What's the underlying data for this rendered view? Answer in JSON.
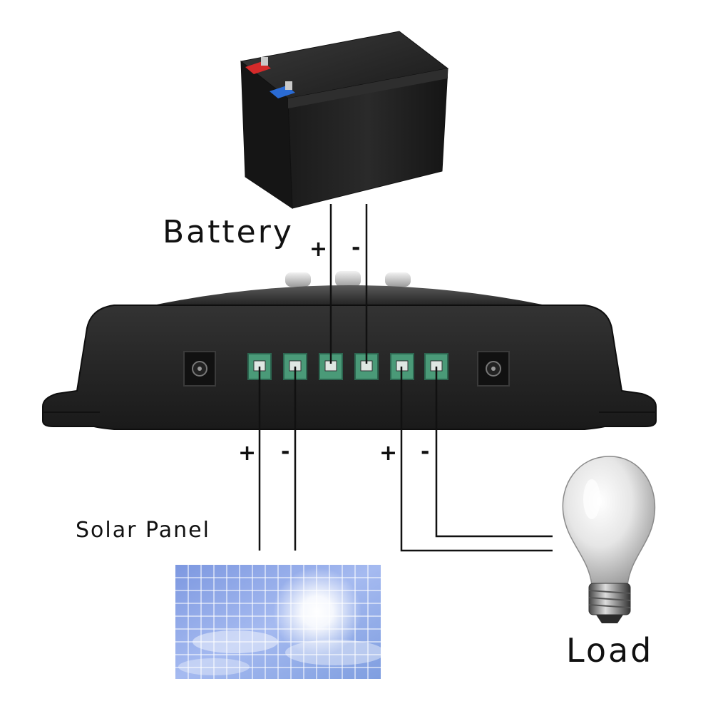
{
  "labels": {
    "battery": "Battery",
    "solar_panel": "Solar Panel",
    "load": "Load"
  },
  "polarity": {
    "battery_positive": "+",
    "battery_negative": "-",
    "solar_positive": "+",
    "solar_negative": "-",
    "load_positive": "+",
    "load_negative": "-"
  },
  "icons": {
    "battery": "battery-icon",
    "controller": "charge-controller-icon",
    "solar_panel": "solar-panel-icon",
    "load": "light-bulb-icon"
  },
  "colors": {
    "battery_body": "#1c1c1c",
    "terminal_positive": "#d42a2a",
    "terminal_negative": "#2a6bd4",
    "controller_body": "#262626",
    "terminal_block": "#4a9a78",
    "panel_cell": "#5b7fd6",
    "wire": "#111111"
  }
}
